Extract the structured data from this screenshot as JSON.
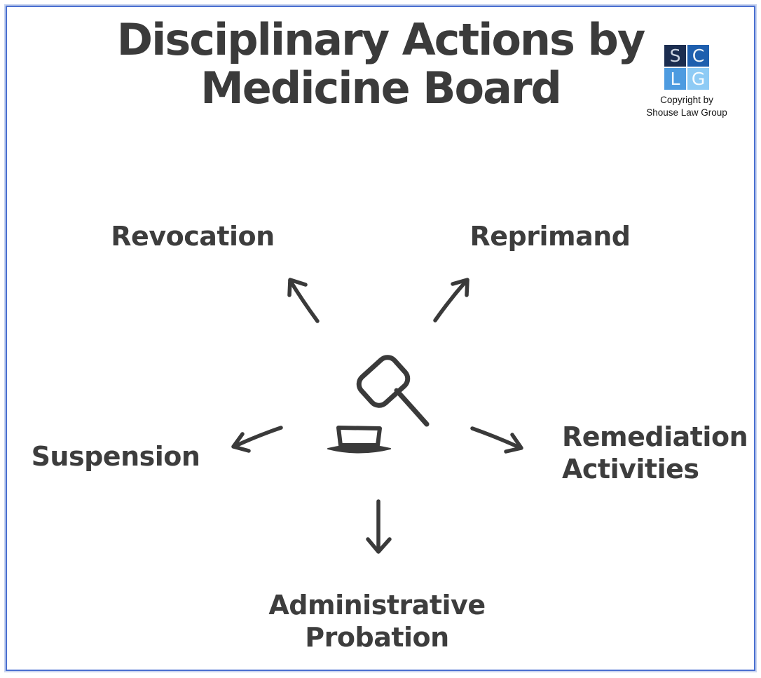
{
  "title": {
    "line1": "Disciplinary Actions by",
    "line2": "Medicine Board"
  },
  "center_icon": "gavel-icon",
  "actions": [
    {
      "label": "Revocation",
      "position": "top-left"
    },
    {
      "label": "Reprimand",
      "position": "top-right"
    },
    {
      "label": "Suspension",
      "position": "left"
    },
    {
      "label": "Remediation Activities",
      "position": "right"
    },
    {
      "label": "Administrative Probation",
      "position": "bottom"
    }
  ],
  "logo": {
    "letters": [
      "S",
      "C",
      "L",
      "G"
    ],
    "copyright_line1": "Copyright by",
    "copyright_line2": "Shouse Law Group"
  },
  "colors": {
    "text": "#3b3b3b",
    "stroke": "#3a3a3a",
    "border": "#4a6fd0",
    "logo_s_bg": "#1b2d50",
    "logo_c_bg": "#1e5fae",
    "logo_l_bg": "#4d9be0",
    "logo_g_bg": "#8ecbf5"
  }
}
